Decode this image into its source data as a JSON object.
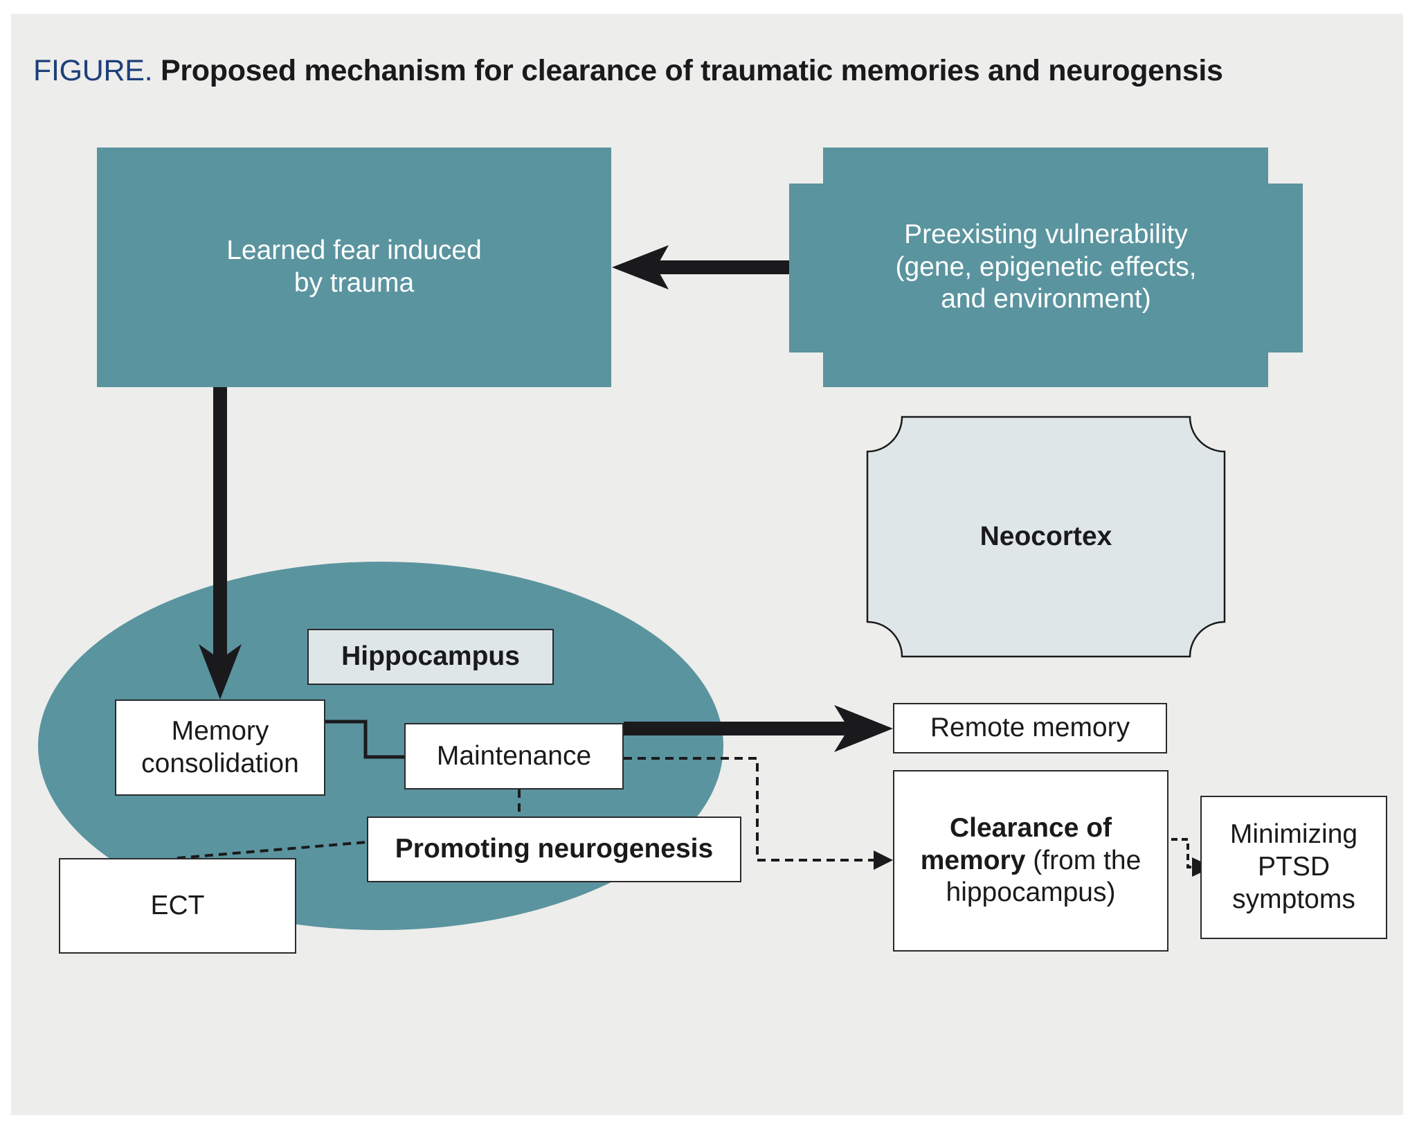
{
  "figure": {
    "tag": "FIGURE.",
    "title": "Proposed mechanism for clearance of traumatic memories and neurogensis"
  },
  "colors": {
    "background": "#ededeb",
    "teal": "#5a949f",
    "light_blue": "#dfe6e8",
    "ink": "#1a1a1c",
    "tag_blue": "#1d3f7a"
  },
  "nodes": {
    "learned_fear": "Learned fear induced by trauma",
    "preexisting": {
      "line1": "Preexisting vulnerability",
      "line2": "(gene, epigenetic effects,",
      "line3": "and environment)"
    },
    "neocortex": "Neocortex",
    "hippocampus": "Hippocampus",
    "memory_consolidation": {
      "line1": "Memory",
      "line2": "consolidation"
    },
    "maintenance": "Maintenance",
    "promoting_neurogenesis": "Promoting neurogenesis",
    "ect": "ECT",
    "remote_memory": "Remote memory",
    "clearance": {
      "bold1": "Clearance of",
      "bold2": "memory",
      "rest2": " (from the",
      "line3": "hippocampus)"
    },
    "minimizing": {
      "line1": "Minimizing",
      "line2": "PTSD",
      "line3": "symptoms"
    }
  },
  "edges": [
    {
      "from": "preexisting",
      "to": "learned_fear",
      "style": "solid-thick",
      "arrow": true
    },
    {
      "from": "learned_fear",
      "to": "memory_consolidation",
      "style": "solid-thick",
      "arrow": true
    },
    {
      "from": "memory_consolidation",
      "to": "maintenance",
      "style": "solid",
      "arrow": false
    },
    {
      "from": "maintenance",
      "to": "remote_memory",
      "style": "solid-thick",
      "arrow": true
    },
    {
      "from": "maintenance",
      "to": "promoting_neurogenesis",
      "style": "dashed",
      "arrow": false
    },
    {
      "from": "ect",
      "to": "promoting_neurogenesis",
      "style": "dashed",
      "arrow": false
    },
    {
      "from": "maintenance",
      "to": "clearance",
      "style": "dashed",
      "arrow": true
    },
    {
      "from": "clearance",
      "to": "minimizing",
      "style": "dashed",
      "arrow": true
    }
  ]
}
